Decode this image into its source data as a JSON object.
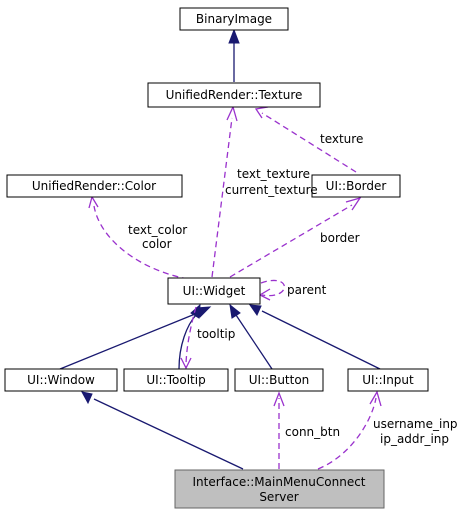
{
  "nodes": {
    "binary_image": "BinaryImage",
    "texture": "UnifiedRender::Texture",
    "color": "UnifiedRender::Color",
    "border": "UI::Border",
    "widget": "UI::Widget",
    "window": "UI::Window",
    "tooltip": "UI::Tooltip",
    "button": "UI::Button",
    "input": "UI::Input",
    "main_line1": "Interface::MainMenuConnect",
    "main_line2": "Server"
  },
  "edge_labels": {
    "texture": "texture",
    "text_texture": "text_texture",
    "current_texture": "current_texture",
    "text_color": "text_color",
    "color": "color",
    "border": "border",
    "parent": "parent",
    "tooltip": "tooltip",
    "conn_btn": "conn_btn",
    "username_inp": "username_inp",
    "ip_addr_inp": "ip_addr_inp"
  },
  "colors": {
    "inheritance": "#191970",
    "usage": "#9a32cd",
    "focus_fill": "#bfbfbf"
  }
}
